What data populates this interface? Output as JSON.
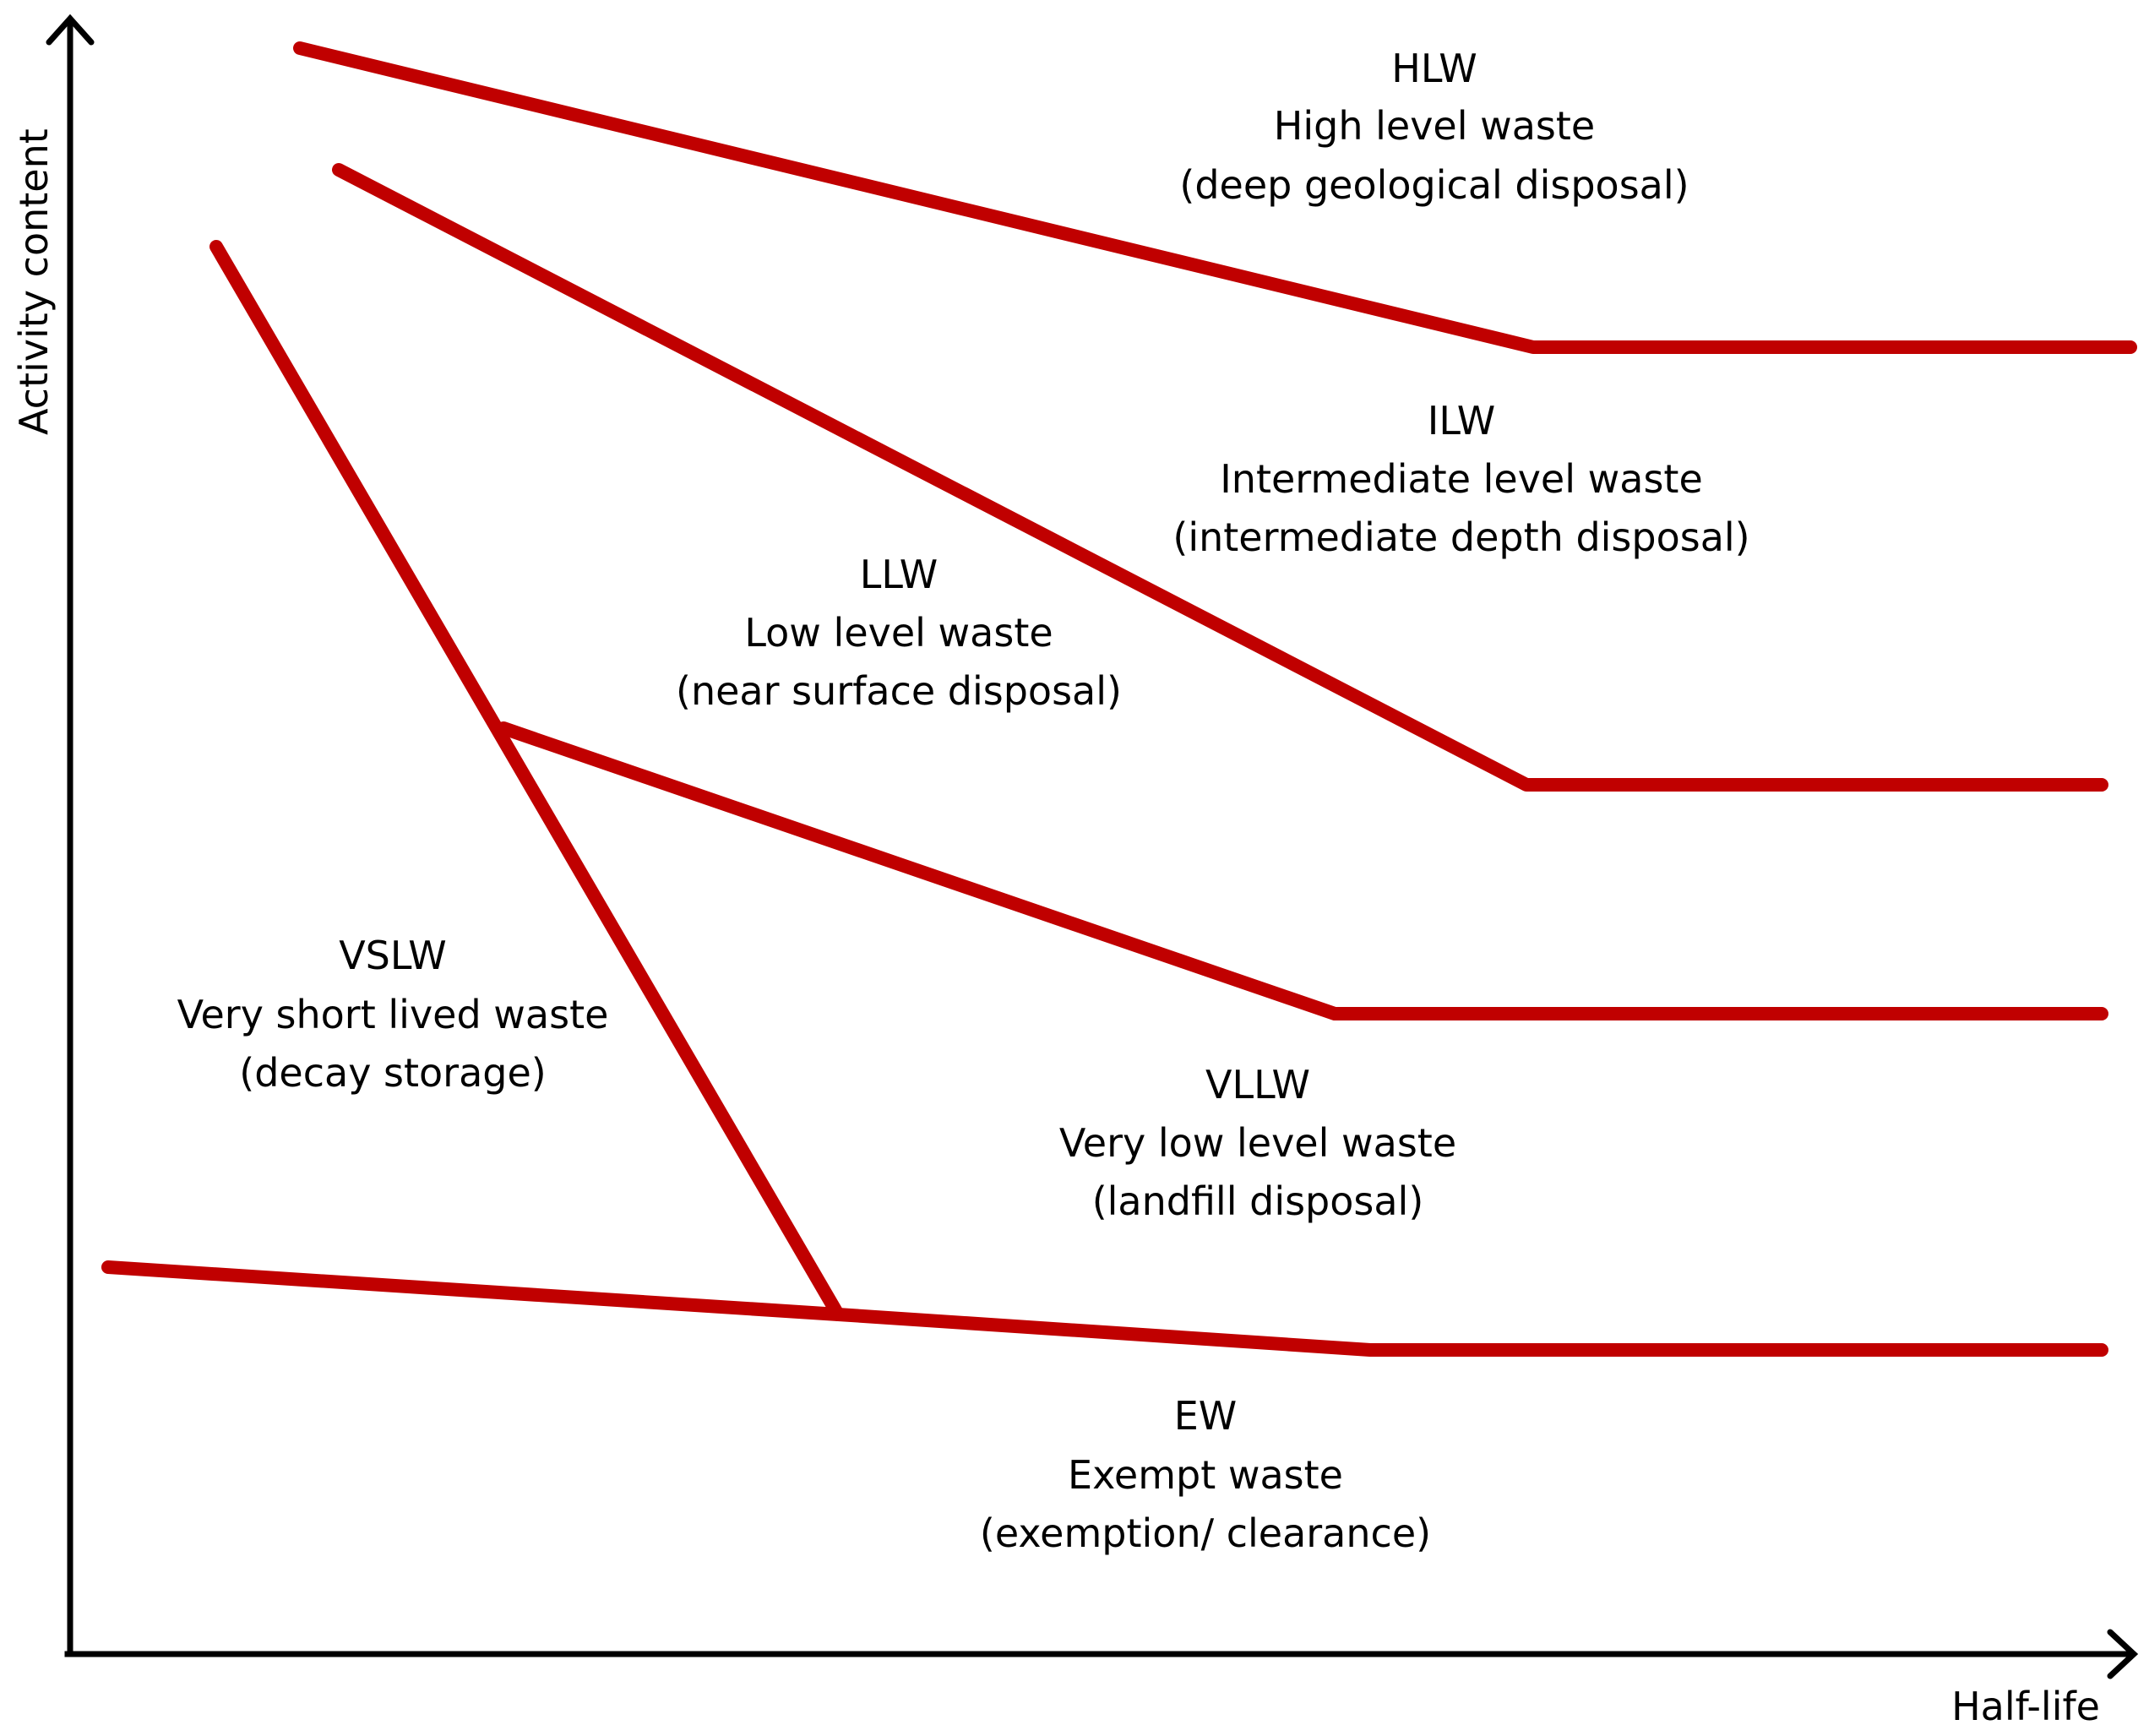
{
  "colors": {
    "boundary": "#c00000",
    "axis": "#000000",
    "text": "#000000",
    "background": "#ffffff"
  },
  "axes": {
    "y_label": "Activity content",
    "x_label": "Half-life"
  },
  "regions": [
    {
      "id": "hlw",
      "abbreviation": "HLW",
      "name": "High level waste",
      "disposal": "(deep geological disposal)"
    },
    {
      "id": "ilw",
      "abbreviation": "ILW",
      "name": "Intermediate level waste",
      "disposal": "(intermediate depth disposal)"
    },
    {
      "id": "llw",
      "abbreviation": "LLW",
      "name": "Low level waste",
      "disposal": "(near surface disposal)"
    },
    {
      "id": "vslw",
      "abbreviation": "VSLW",
      "name": "Very short lived waste",
      "disposal": "(decay storage)"
    },
    {
      "id": "vllw",
      "abbreviation": "VLLW",
      "name": "Very low level waste",
      "disposal": "(landfill disposal)"
    },
    {
      "id": "ew",
      "abbreviation": "EW",
      "name": "Exempt waste",
      "disposal": "(exemption/ clearance)"
    }
  ]
}
